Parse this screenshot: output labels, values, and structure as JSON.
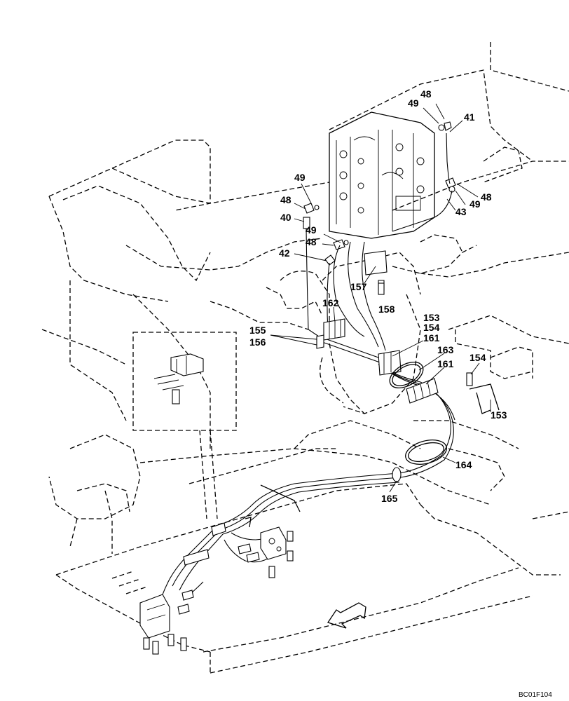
{
  "figure_code": "BC01F104",
  "callouts": [
    "48",
    "49",
    "41",
    "49",
    "48",
    "48",
    "49",
    "43",
    "40",
    "49",
    "48",
    "42",
    "157",
    "158",
    "162",
    "155",
    "156",
    "153",
    "154",
    "161",
    "163",
    "161",
    "154",
    "153",
    "164",
    "165"
  ]
}
